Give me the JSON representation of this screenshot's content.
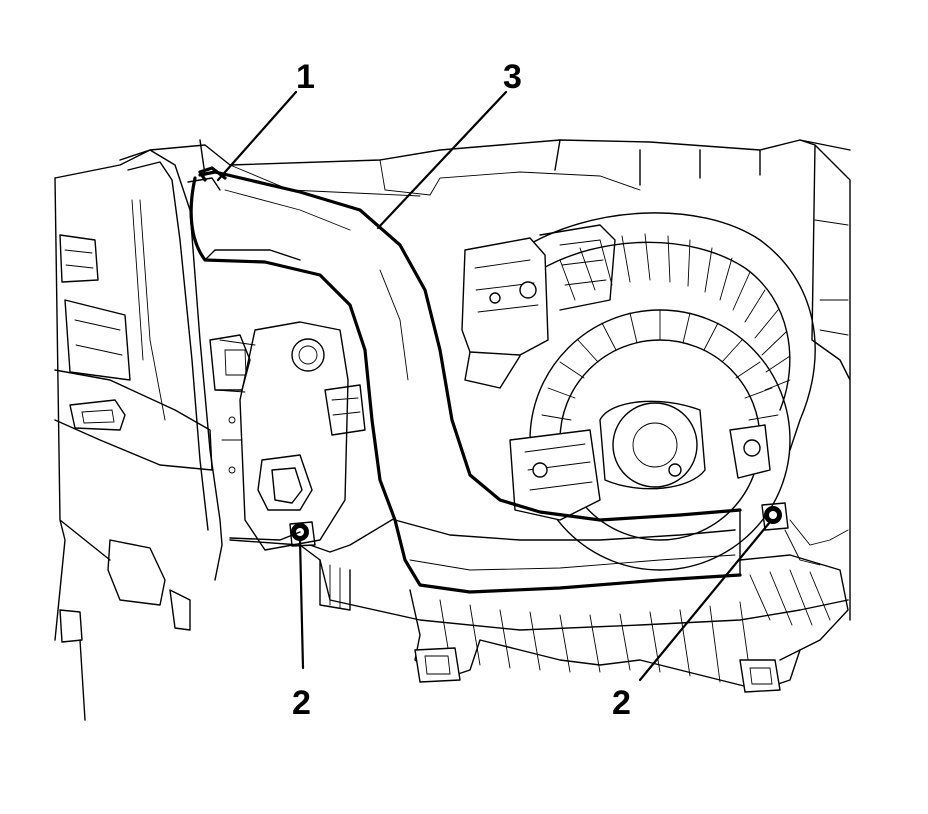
{
  "callouts": [
    {
      "id": "c1",
      "label": "1"
    },
    {
      "id": "c3",
      "label": "3"
    },
    {
      "id": "c2a",
      "label": "2"
    },
    {
      "id": "c2b",
      "label": "2"
    }
  ],
  "colors": {
    "line": "#000000",
    "background": "#ffffff"
  }
}
